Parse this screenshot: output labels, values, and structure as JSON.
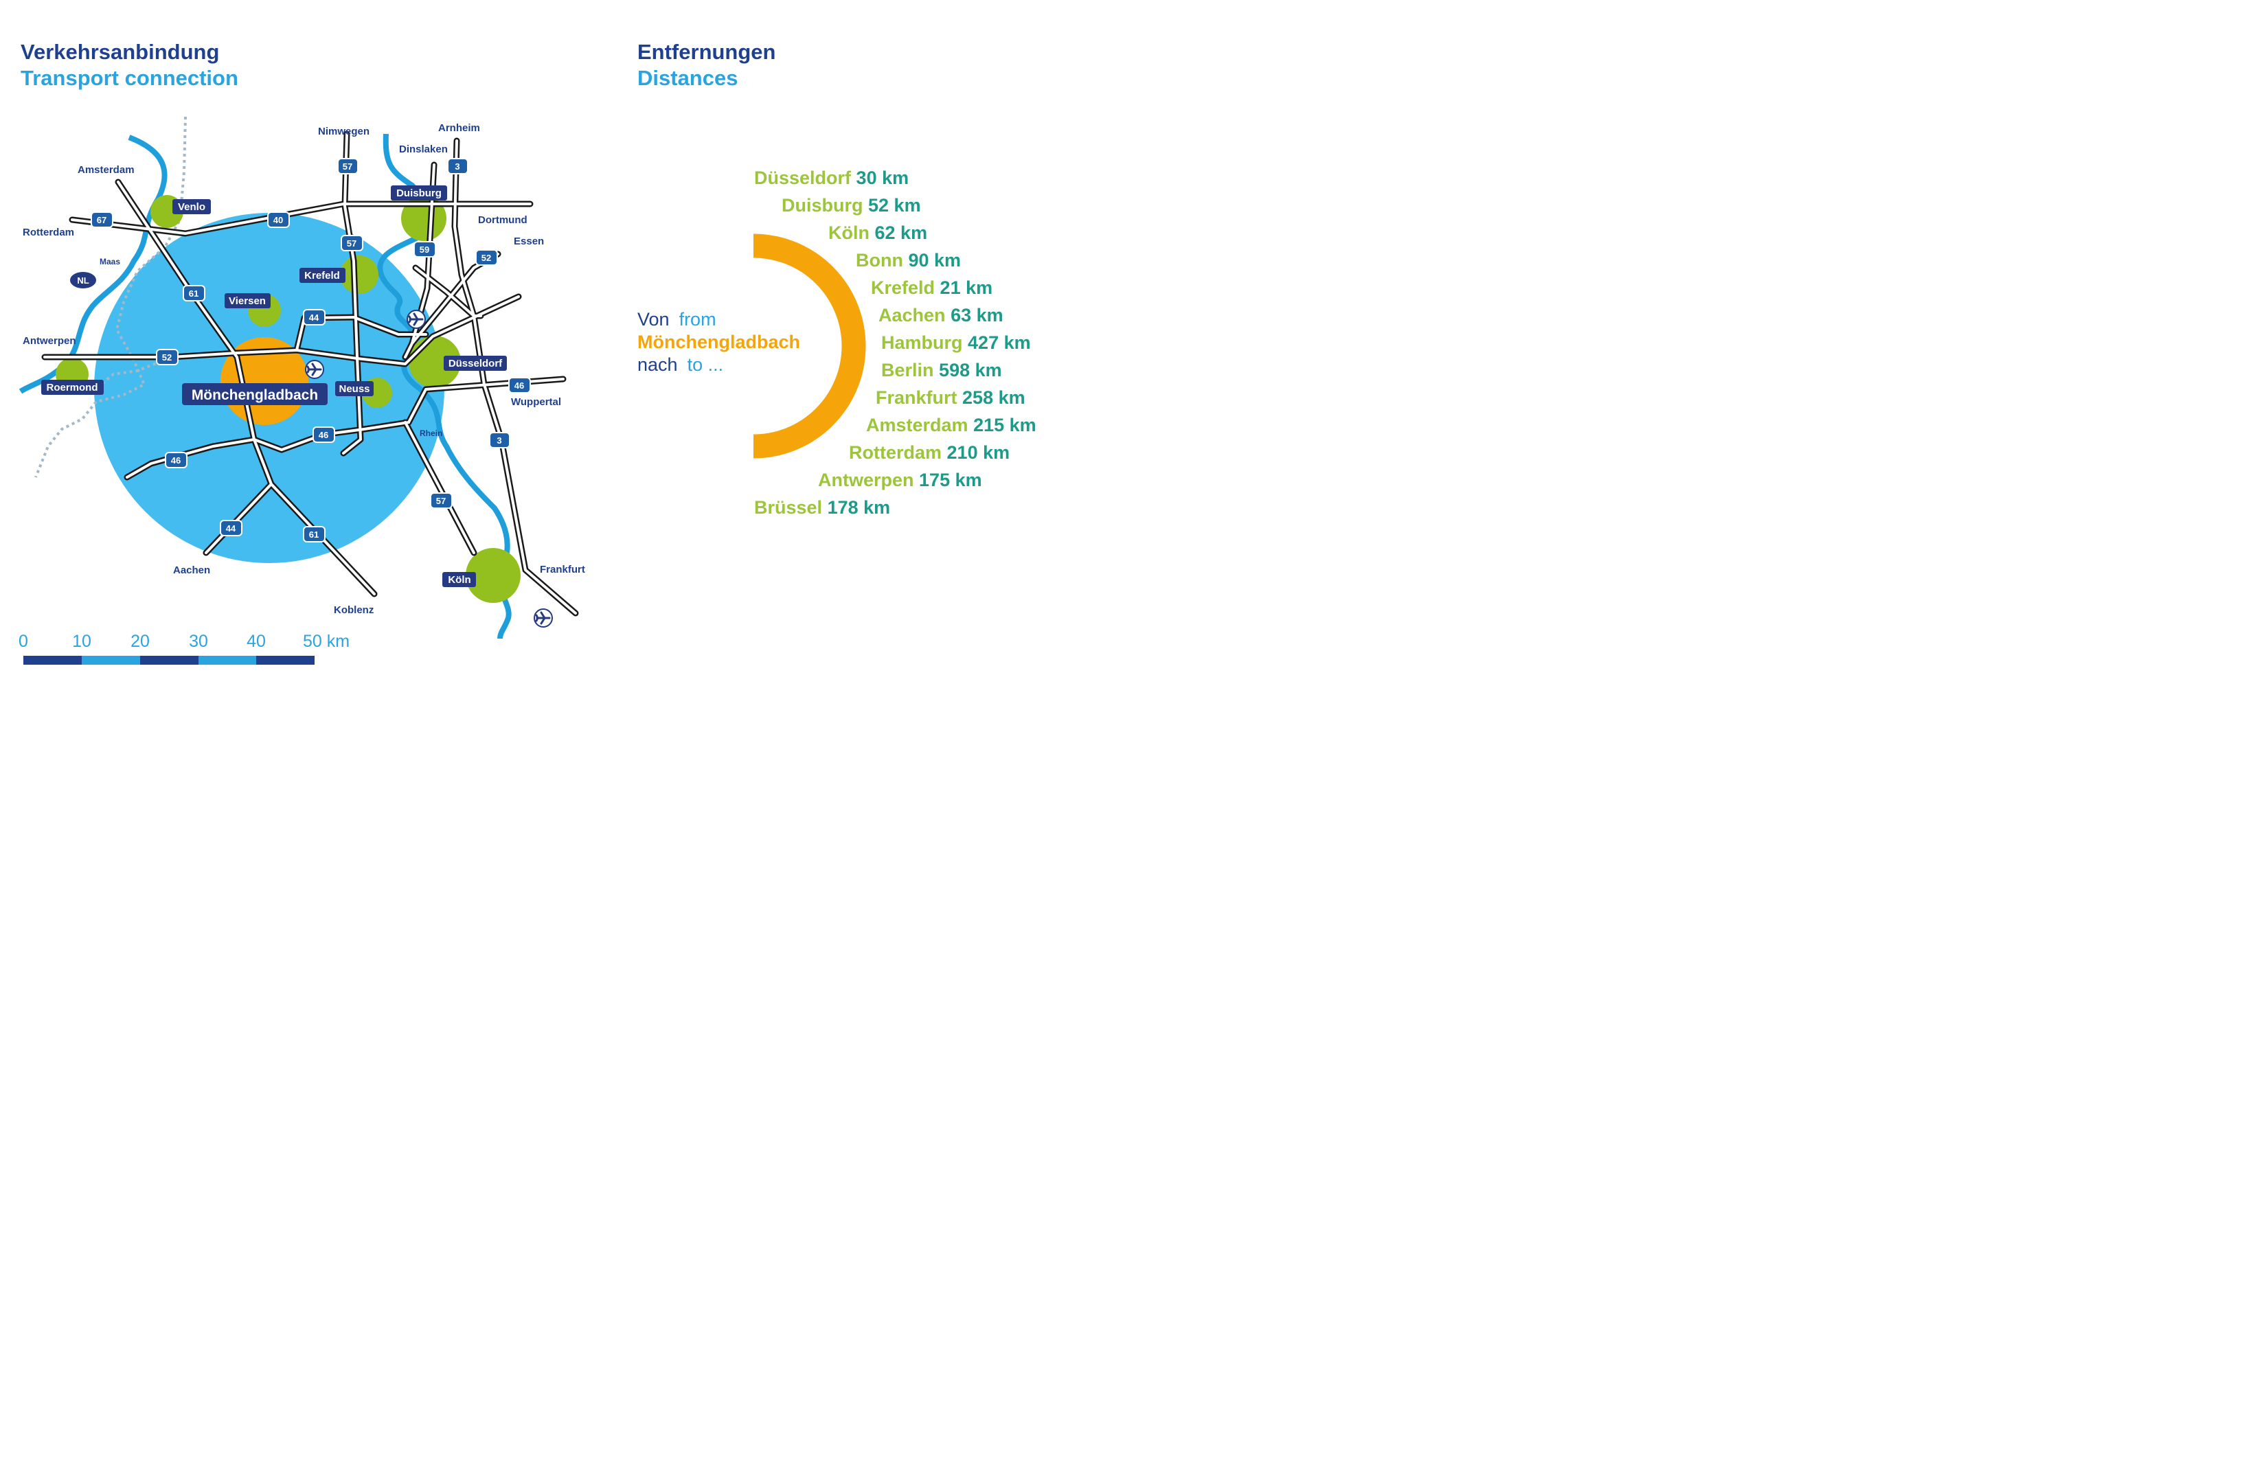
{
  "header_left": {
    "title_de": "Verkehrsanbindung",
    "title_en": "Transport connection"
  },
  "header_right": {
    "title_de": "Entfernungen",
    "title_en": "Distances"
  },
  "map": {
    "places": {
      "amsterdam": "Amsterdam",
      "rotterdam": "Rotterdam",
      "maas": "Maas",
      "antwerpen": "Antwerpen",
      "nimwegen": "Nimwegen",
      "arnheim": "Arnheim",
      "dinslaken": "Dinslaken",
      "dortmund": "Dortmund",
      "essen": "Essen",
      "wuppertal": "Wuppertal",
      "rhein": "Rhein",
      "aachen": "Aachen",
      "koblenz": "Koblenz",
      "frankfurt": "Frankfurt"
    },
    "city_boxes": {
      "venlo": "Venlo",
      "duisburg": "Duisburg",
      "krefeld": "Krefeld",
      "viersen": "Viersen",
      "duesseldorf": "Düsseldorf",
      "roermond": "Roermond",
      "neuss": "Neuss",
      "moenchengladbach": "Mönchengladbach",
      "koeln": "Köln"
    },
    "country_badge": "NL",
    "shields": {
      "a57_top": "57",
      "a3_top": "3",
      "a67": "67",
      "a40": "40",
      "a57_mid": "57",
      "a59": "59",
      "a52_ne": "52",
      "a61_n": "61",
      "a44_n": "44",
      "a52_w": "52",
      "a46_e": "46",
      "a46_c": "46",
      "a46_w": "46",
      "a3_s": "3",
      "a57_s": "57",
      "a44_s": "44",
      "a61_s": "61"
    },
    "icons": [
      "airplane-icon",
      "airplane-icon",
      "airplane-icon"
    ],
    "colors": {
      "road": "#1a1a1a",
      "river": "#1e9fdc",
      "radius": "#45bcef",
      "city_green": "#93c01f",
      "city_orange": "#f5a50a",
      "label_navy": "#263a82"
    }
  },
  "scale": {
    "labels": [
      "0",
      "10",
      "20",
      "30",
      "40",
      "50 km"
    ],
    "colors": [
      "#1f3f8f",
      "#2aa4e0"
    ]
  },
  "from_block": {
    "von": "Von",
    "from": "from",
    "city": "Mönchengladbach",
    "nach": "nach",
    "to": "to ..."
  },
  "distances": [
    {
      "city": "Düsseldorf",
      "km": "30 km"
    },
    {
      "city": "Duisburg",
      "km": "52 km"
    },
    {
      "city": "Köln",
      "km": "62 km"
    },
    {
      "city": "Bonn",
      "km": "90 km"
    },
    {
      "city": "Krefeld",
      "km": "21 km"
    },
    {
      "city": "Aachen",
      "km": "63 km"
    },
    {
      "city": "Hamburg",
      "km": "427 km"
    },
    {
      "city": "Berlin",
      "km": "598 km"
    },
    {
      "city": "Frankfurt",
      "km": "258 km"
    },
    {
      "city": "Amsterdam",
      "km": "215 km"
    },
    {
      "city": "Rotterdam",
      "km": "210 km"
    },
    {
      "city": "Antwerpen",
      "km": "175 km"
    },
    {
      "city": "Brüssel",
      "km": "178 km"
    }
  ]
}
